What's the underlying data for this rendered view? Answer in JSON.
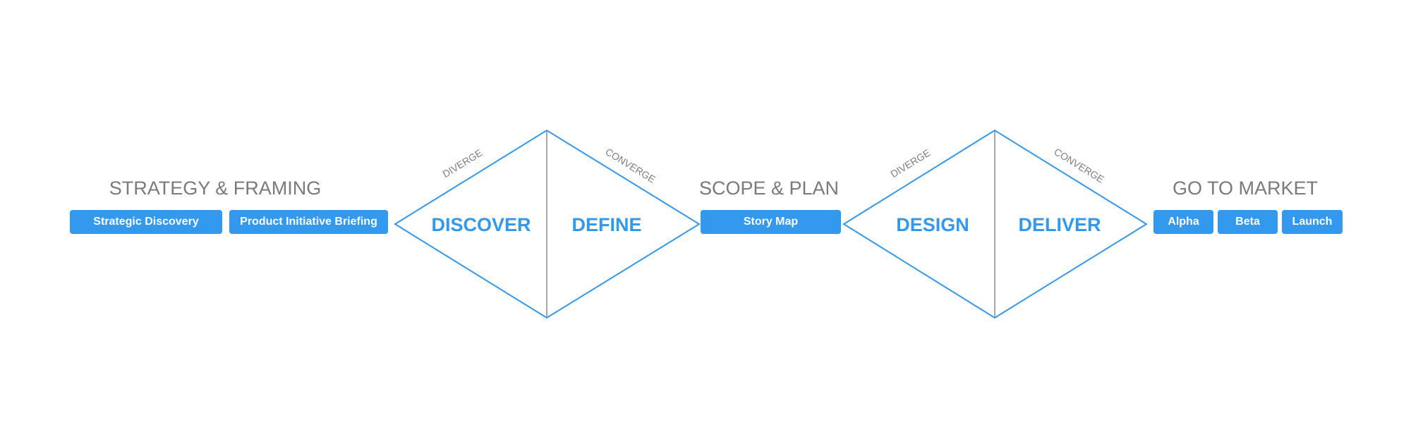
{
  "colors": {
    "accent": "#3399ee",
    "heading": "#7a7a7a",
    "divider": "#8c8c8c"
  },
  "sections": {
    "strategy": {
      "heading": "STRATEGY & FRAMING",
      "buttons": [
        "Strategic Discovery",
        "Product Initiative Briefing"
      ]
    },
    "scope": {
      "heading": "SCOPE & PLAN",
      "buttons": [
        "Story Map"
      ]
    },
    "market": {
      "heading": "GO TO MARKET",
      "buttons": [
        "Alpha",
        "Beta",
        "Launch"
      ]
    }
  },
  "diamonds": [
    {
      "diverge_label": "DIVERGE",
      "converge_label": "CONVERGE",
      "left_phase": "DISCOVER",
      "right_phase": "DEFINE"
    },
    {
      "diverge_label": "DIVERGE",
      "converge_label": "CONVERGE",
      "left_phase": "DESIGN",
      "right_phase": "DELIVER"
    }
  ]
}
